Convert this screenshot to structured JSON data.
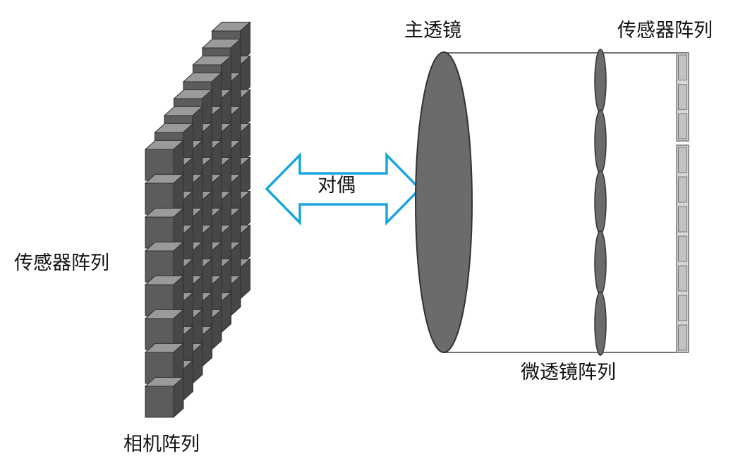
{
  "labels": {
    "sensor_array_left": "传感器阵列",
    "camera_array": "相机阵列",
    "duality": "对偶",
    "main_lens": "主透镜",
    "sensor_array_right": "传感器阵列",
    "microlens_array": "微透镜阵列"
  },
  "colors": {
    "cube_front": "#5c5c5c",
    "cube_top": "#9a9a9a",
    "cube_side": "#474747",
    "cube_edge": "#2e2e2e",
    "lens_fill": "#6b6b6b",
    "lens_edge": "#333333",
    "arrow": "#1ba5e0",
    "sensor_cell": "#c2c2c2",
    "sensor_edge": "#777777",
    "ray": "#444444"
  },
  "icons": {
    "camera_array": "camera-cube-grid-icon",
    "duality_arrow": "double-arrow-icon",
    "main_lens": "ellipse-lens-icon",
    "microlens": "ellipse-lens-icon",
    "sensor": "sensor-strip-icon"
  },
  "camera_grid": {
    "columns": 8,
    "rows": 8
  },
  "microlens_count": 5,
  "sensor_segments": [
    3,
    7
  ]
}
